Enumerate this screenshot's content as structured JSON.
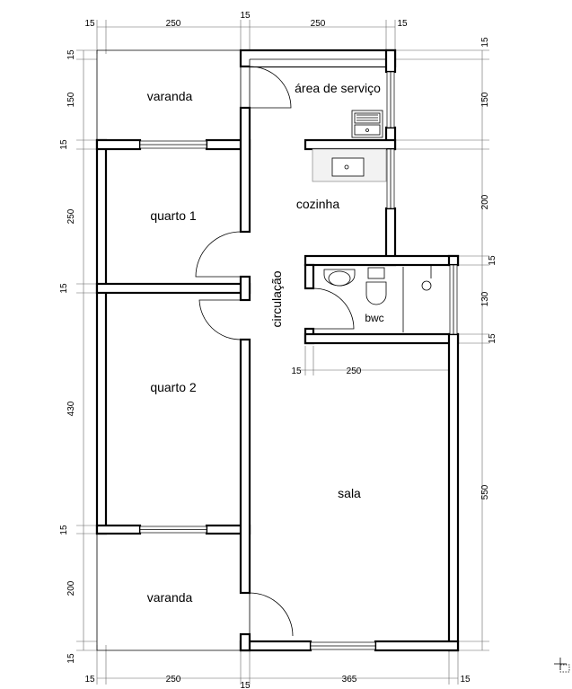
{
  "rooms": {
    "varanda_top": "varanda",
    "area_servico": "área de serviço",
    "quarto1": "quarto 1",
    "cozinha": "cozinha",
    "circulacao": "circulação",
    "bwc": "bwc",
    "quarto2": "quarto 2",
    "sala": "sala",
    "varanda_bottom": "varanda"
  },
  "dimensions": {
    "top": [
      "15",
      "250",
      "15",
      "250",
      "15"
    ],
    "left": [
      "15",
      "150",
      "15",
      "250",
      "15",
      "430",
      "15",
      "200",
      "15"
    ],
    "right": [
      "15",
      "150",
      "200",
      "15",
      "130",
      "15",
      "550"
    ],
    "bottom": [
      "15",
      "250",
      "15",
      "365",
      "15"
    ],
    "bwc_bottom": [
      "15",
      "250"
    ]
  },
  "icons": [
    "sink-icon",
    "kitchen-sink-icon",
    "toilet-icon",
    "washbasin-icon",
    "shower-icon",
    "cursor-move-icon"
  ]
}
